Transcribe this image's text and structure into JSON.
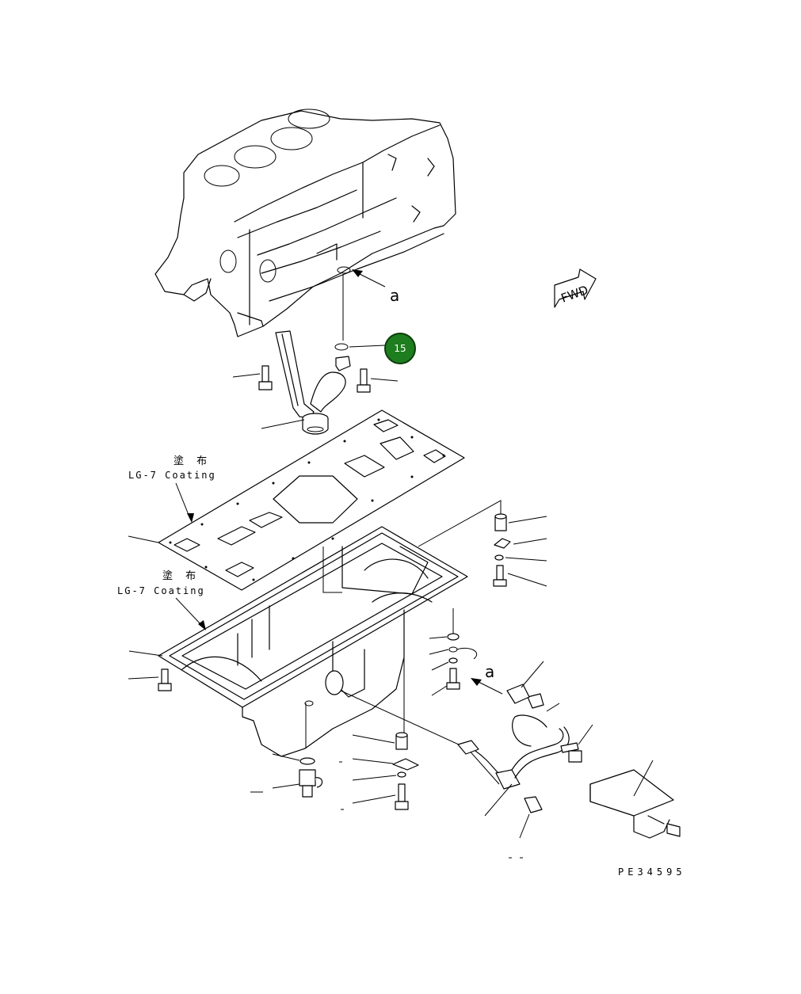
{
  "callout": {
    "number": "15",
    "fill": "#1e7d1e",
    "stroke": "#0b3d0b"
  },
  "labels": {
    "coating_jp_1": "塗 布",
    "coating_en_1": "LG-7 Coating",
    "coating_jp_2": "塗 布",
    "coating_en_2": "LG-7 Coating",
    "view_a_top": "a",
    "view_a_bottom": "a",
    "fwd": "FWD",
    "drawing_code": "PE34595"
  }
}
